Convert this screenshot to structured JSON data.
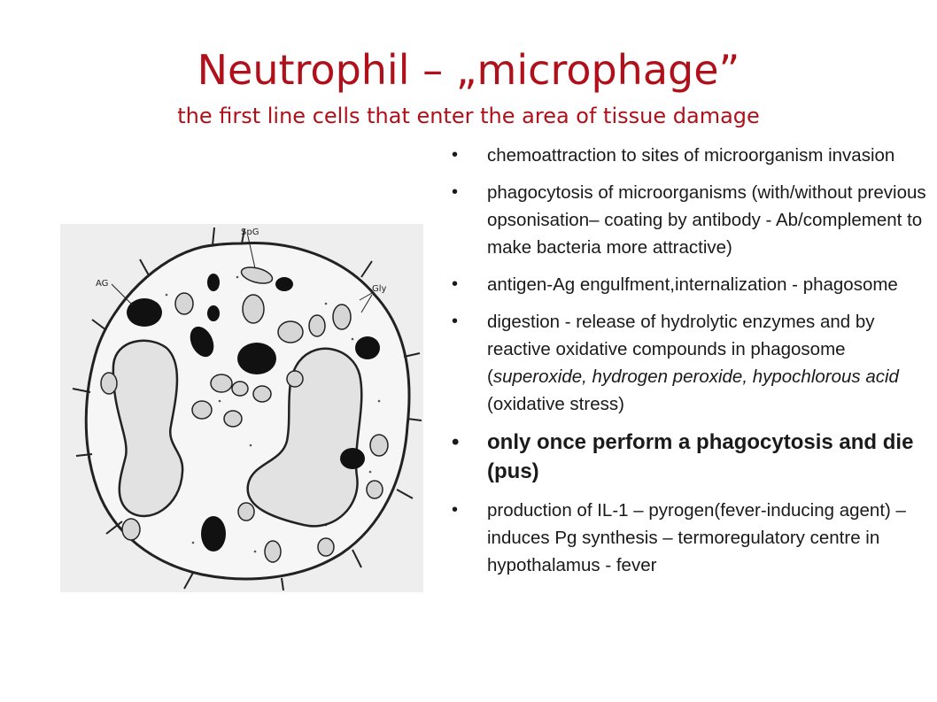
{
  "slide": {
    "title": "Neutrophil – „microphage”",
    "subtitle": "the first line cells that enter the area of tissue damage"
  },
  "figure": {
    "labels": {
      "spg": "SpG",
      "ag": "AG",
      "gly": "Gly"
    }
  },
  "bullets": {
    "b1": "chemoattraction to sites of microorganism invasion",
    "b2": "phagocytosis of microorganisms (with/without previous opsonisation– coating by antibody - Ab/complement to make bacteria more attractive)",
    "b3": "antigen-Ag engulfment,internalization - phagosome",
    "b4_pre": "digestion - release of hydrolytic enzymes  and by reactive oxidative compounds in phagosome (",
    "b4_ital1": "superoxide, hydrogen peroxide, hypochlorous acid",
    "b4_post": " (oxidative stress)",
    "b5": "only once perform a phagocytosis and die (pus)",
    "b6": "production of IL-1 – pyrogen(fever-inducing agent) – induces Pg synthesis – termoregulatory centre in hypothalamus - fever",
    "marker": "•"
  },
  "colors": {
    "title": "#b01019",
    "text": "#1a1a1a",
    "figure_bg": "#eeeeee"
  }
}
